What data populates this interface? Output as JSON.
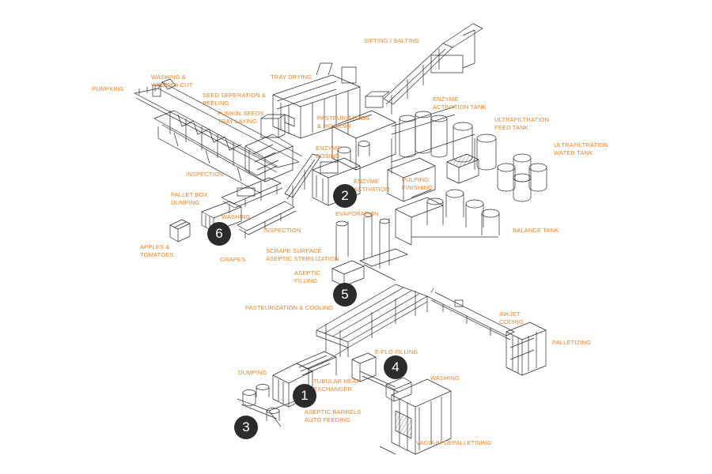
{
  "colors": {
    "label": "#e2872a",
    "badge": "#2b2b2b",
    "lineart": "#2a2a2a"
  },
  "labels": {
    "pumpkins": "PUMPKINS",
    "washing_wedges": "WASHING &\nWEDGES CUT",
    "seed_separation": "SEED SEPERATION &\nPEELING",
    "pumpkin_seeds": "PUMKIN SEEDS\nTRAY LAYING",
    "tray_drying": "TRAY DRYING",
    "sifting_salting": "SIFTING / SALTING",
    "pasteurization_holding": "PASTEURIZATION\n& HOLDING",
    "enzyme_activation_tank": "ENZYME\nACTIVATION TANK",
    "ultrafiltration_feed": "ULTRAFILTRATION\nFEED TANK",
    "ultrafiltration_water": "ULTRAFILTRATION\nWATER TANK",
    "enzyme_dosing": "ENZYME\nDOSING",
    "enzyme_activation": "ENZYME\nACTIVATION",
    "pulping_finishing": "PULPING\nFINISHING",
    "inspection_top": "INSPECTION",
    "pallet_box_dumping": "PALLET BOX\nDUMPING",
    "washing_left": "WASHING",
    "evaporation": "EVAPORATION",
    "inspection_mid": "INSPECTION",
    "balance_tank": "BALANCE TANK",
    "apples_tomatoes": "APPLES &\nTOMATOES",
    "grapes": "GRAPES",
    "scrape_surface": "SCRAPE SURFACE\nASEPTIC STERILIZATION",
    "aseptic_filling": "ASEPTIC\nFILLING",
    "pasteurization_cooling": "PASTEURIZATION & COOLING",
    "inkjet_coding": "INKJET\nCODING",
    "palletizing": "PALLETIZING",
    "eflo_filling": "E-FLO FILLING",
    "dumping": "DUMPING",
    "tubular_heat": "TUBULAR HEAT\nEXCHANGER",
    "washing_right": "WASHING",
    "aseptic_barrels": "ASEPTIC BARRELS\nAUTO FEEDING",
    "vacuum_depalletising": "VACUUM DEPALLETISING"
  },
  "badges": {
    "one": "1",
    "two": "2",
    "three": "3",
    "four": "4",
    "five": "5",
    "six": "6"
  }
}
